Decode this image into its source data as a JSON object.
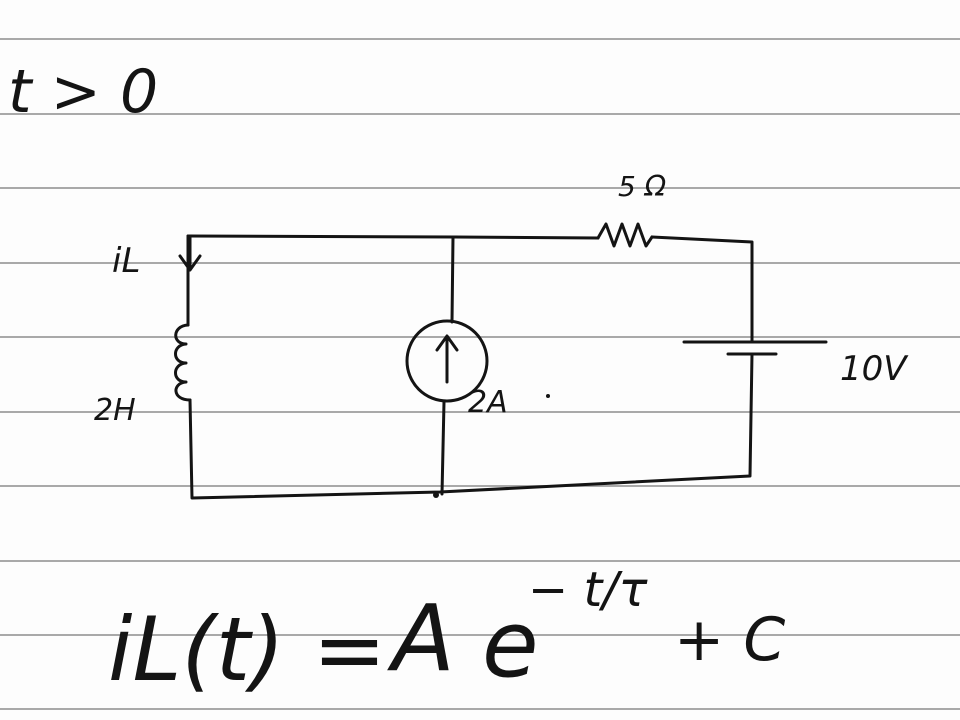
{
  "notebook": {
    "rule_color": "#9a9a9a",
    "ink_color": "#141414"
  },
  "condition": {
    "text": "t > 0"
  },
  "circuit": {
    "inductor_current_label": "iL",
    "resistor_label": "5 Ω",
    "inductor_label": "2H",
    "current_source_label": "2A",
    "voltage_source_label": "10V"
  },
  "equation": {
    "lhs": "iL(t) =",
    "coefficient": "A",
    "base": "e",
    "exponent": "− t/τ",
    "rhs_tail": "+ C"
  }
}
